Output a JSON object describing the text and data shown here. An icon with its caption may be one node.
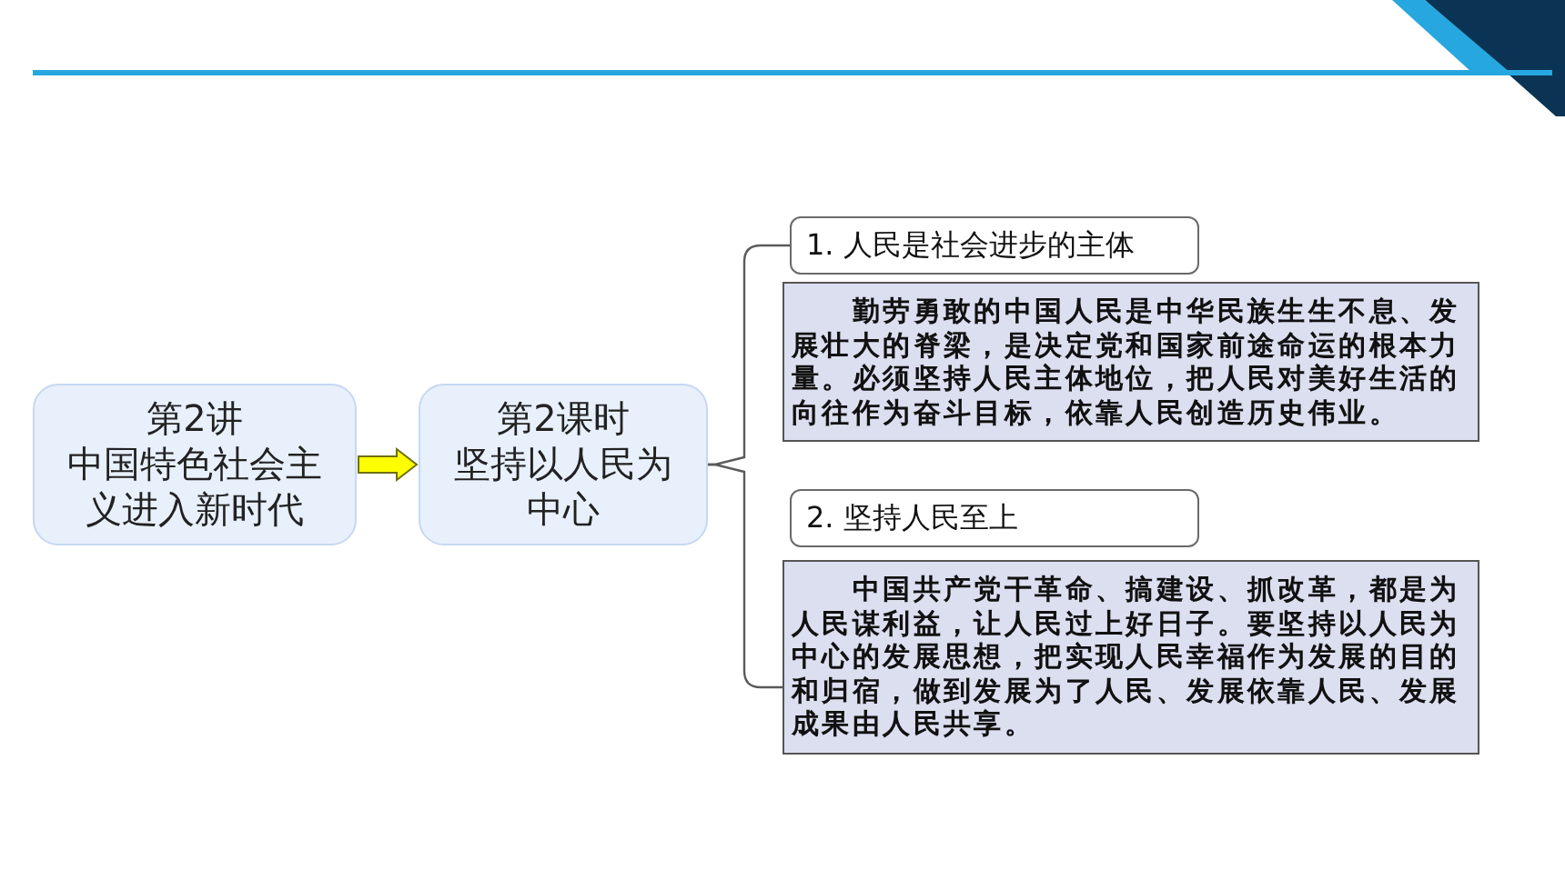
{
  "diagram": {
    "nodes": [
      {
        "text": [
          "第2讲",
          "中国特色社会主义进入新时代"
        ]
      },
      {
        "text": [
          "第2课时",
          "坚持以人民为中心"
        ]
      },
      {
        "text": [
          "1. 人民是社会进步的主体"
        ]
      },
      {
        "text": [
          "勤劳勇敢的中国人民是中华民族生生不息、发展壮大的脊梁，是决定党和国家前途命运的根本力量。必须坚持人民主体地位，把人民对美好生活的向往作为奋斗目标，依靠人民创造历史伟业。"
        ]
      },
      {
        "text": [
          "2. 坚持人民至上"
        ]
      },
      {
        "text": [
          "中国共产党干革命、搞建设、抓改革，都是为人民谋利益，让人民过上好日子。要坚持以人民为中心的发展思想，把实现人民幸福作为发展的目的和归宿，做到发展为了人民、发展依靠人民、发展成果由人民共享。"
        ]
      }
    ],
    "edges": [
      {
        "from": 0,
        "to": 1,
        "arrow": "to",
        "style": "thick",
        "color": "#ffff00"
      },
      {
        "from": 1,
        "to": 2,
        "arrow": "none"
      },
      {
        "from": 1,
        "to": 5,
        "arrow": "none"
      }
    ]
  }
}
